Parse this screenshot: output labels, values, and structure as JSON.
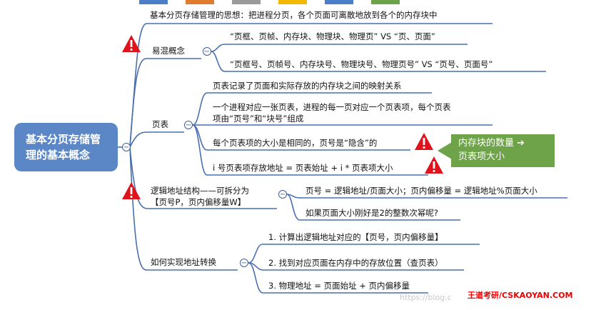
{
  "root": {
    "line1": "基本分页存储管",
    "line2": "理的基本概念"
  },
  "branches": {
    "idea": {
      "text": "基本分页存储管理的思想：把进程分页，各个页面可离散地放到各个的内存块中"
    },
    "confuse": {
      "label": "易混概念",
      "items": [
        "“页框、页帧、内存块、物理块、物理页” VS “页、页面”",
        "“页框号、页帧号、内存块号、物理块号、物理页号” VS “页号、页面号”"
      ]
    },
    "pagetable": {
      "label": "页表",
      "items": [
        "页表记录了页面和实际存放的内存块之间的映射关系",
        "一个进程对应一张页表，进程的每一页对应一个页表项，每个页表",
        "项由“页号”和“块号”组成",
        "每个页表项的大小是相同的，页号是“隐含”的",
        "i 号页表项存放地址 = 页表始址 + i * 页表项大小"
      ]
    },
    "logical": {
      "label_line1": "逻辑地址结构——可拆分为",
      "label_line2": "【页号P，页内偏移量W】",
      "items": [
        "页号 = 逻辑地址/页面大小；页内偏移量 = 逻辑地址%页面大小",
        "如果页面大小刚好是2的整数次幂呢?"
      ]
    },
    "convert": {
      "label": "如何实现地址转换",
      "items": [
        "1. 计算出逻辑地址对应的【页号，页内偏移量】",
        "2. 找到对应页面在内存中的存放位置（查页表）",
        "3. 物理地址 = 页面始址 + 页内偏移量"
      ]
    }
  },
  "callout": {
    "line1": "内存块的数量 ➔",
    "line2": "页表项大小"
  },
  "toggle_symbol": "−",
  "watermark": {
    "brand": "王道考研/CSKAOYAN.COM",
    "url_prefix": "https://blog.c"
  },
  "colors": {
    "root_fill": "#5b87c7",
    "branch_line": "#4a6fb0",
    "warning": "#e0121b",
    "callout": "#6fa34a",
    "top_tabs": [
      "#4a7fc8",
      "#e07b2f",
      "#9a9a9a",
      "#f2b900",
      "#4a7fc8",
      "#6fa34a"
    ]
  }
}
